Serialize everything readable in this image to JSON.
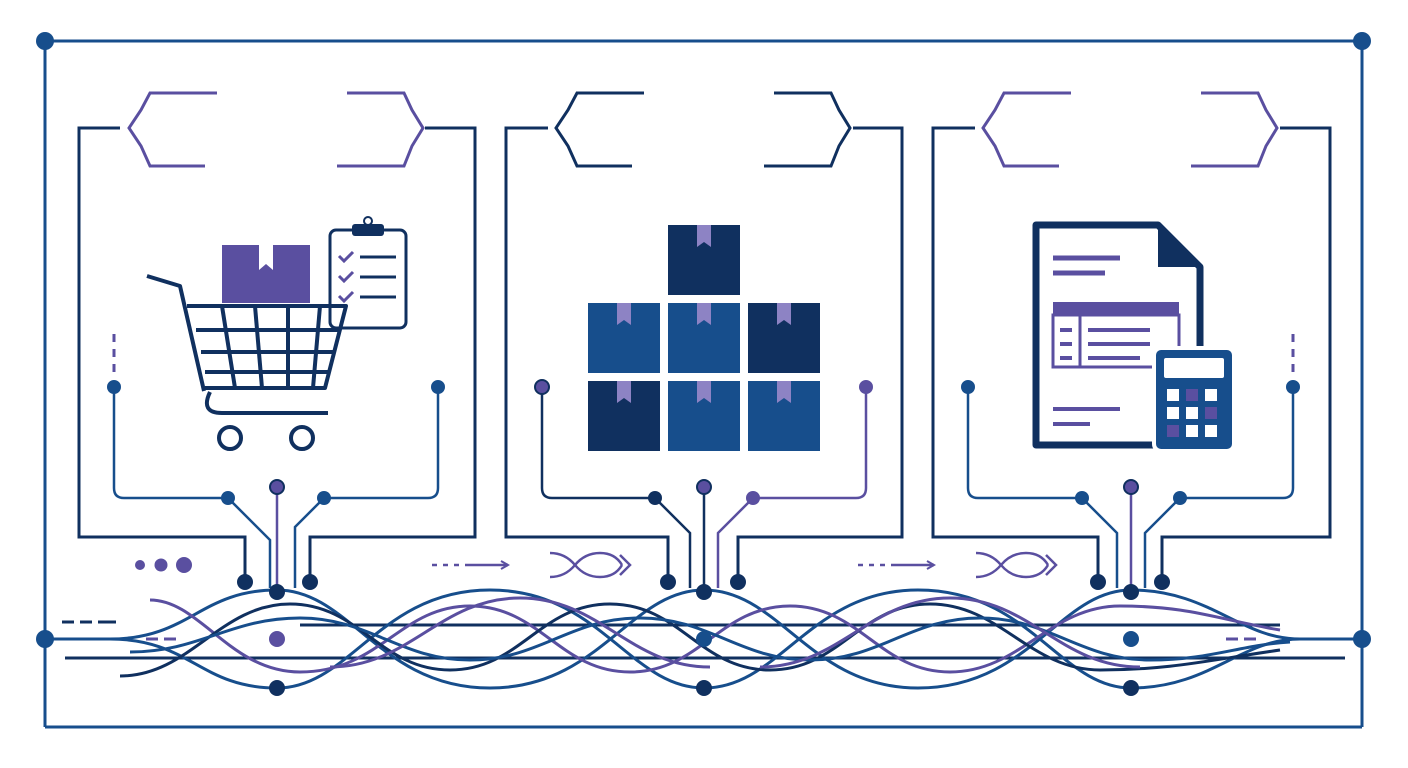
{
  "colors": {
    "navy": "#10305f",
    "blue": "#174e8c",
    "purple": "#5a4fa0",
    "background": "#ffffff"
  },
  "panels": [
    {
      "id": "order",
      "icon": "shopping-cart-icon",
      "secondary_icon": "clipboard-checklist-icon",
      "package_icon": "package-box-icon"
    },
    {
      "id": "inventory",
      "icon": "stacked-boxes-icon"
    },
    {
      "id": "invoice",
      "icon": "invoice-document-icon",
      "secondary_icon": "calculator-icon"
    }
  ],
  "connectors": [
    {
      "from": "order",
      "to": "inventory",
      "icon": "arrow-right-icon"
    },
    {
      "from": "inventory",
      "to": "invoice",
      "icon": "arrow-right-icon"
    }
  ],
  "bus": {
    "icon": "braided-data-bus-icon"
  }
}
